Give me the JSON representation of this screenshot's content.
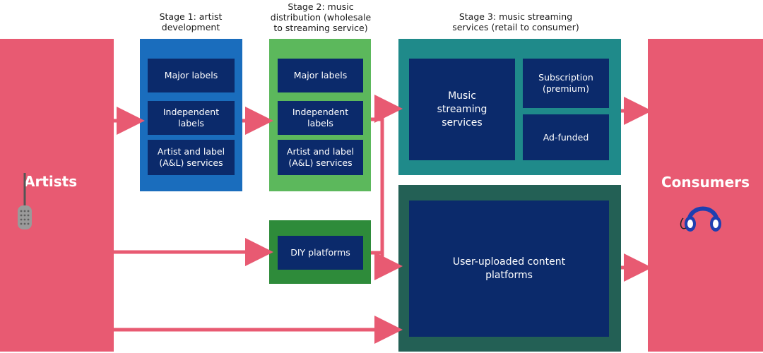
{
  "headings": {
    "stage1": "Stage 1: artist\ndevelopment",
    "stage2": "Stage 2: music\ndistribution (wholesale\nto streaming service)",
    "stage3": "Stage 3: music streaming\nservices (retail to consumer)"
  },
  "artists": {
    "label": "Artists",
    "icon": "microphone-icon"
  },
  "consumers": {
    "label": "Consumers",
    "icon": "headphones-icon"
  },
  "stage1": {
    "items": [
      "Major labels",
      "Independent\nlabels",
      "Artist and label\n(A&L) services"
    ]
  },
  "stage2": {
    "items": [
      "Major labels",
      "Independent\nlabels",
      "Artist and label\n(A&L) services"
    ],
    "diy": "DIY platforms"
  },
  "stage3": {
    "streaming": "Music\nstreaming\nservices",
    "subscription": "Subscription\n(premium)",
    "adfunded": "Ad-funded",
    "ugc": "User-uploaded content\nplatforms"
  },
  "colors": {
    "pink": "#e85a72",
    "stage1_blue": "#1a6dbd",
    "stage2_green": "#5cb85c",
    "diy_green": "#2e8b3a",
    "stage3_teal": "#1f8a8a",
    "ugc_dark_teal": "#236055",
    "inner_navy": "#0b2a6b"
  }
}
